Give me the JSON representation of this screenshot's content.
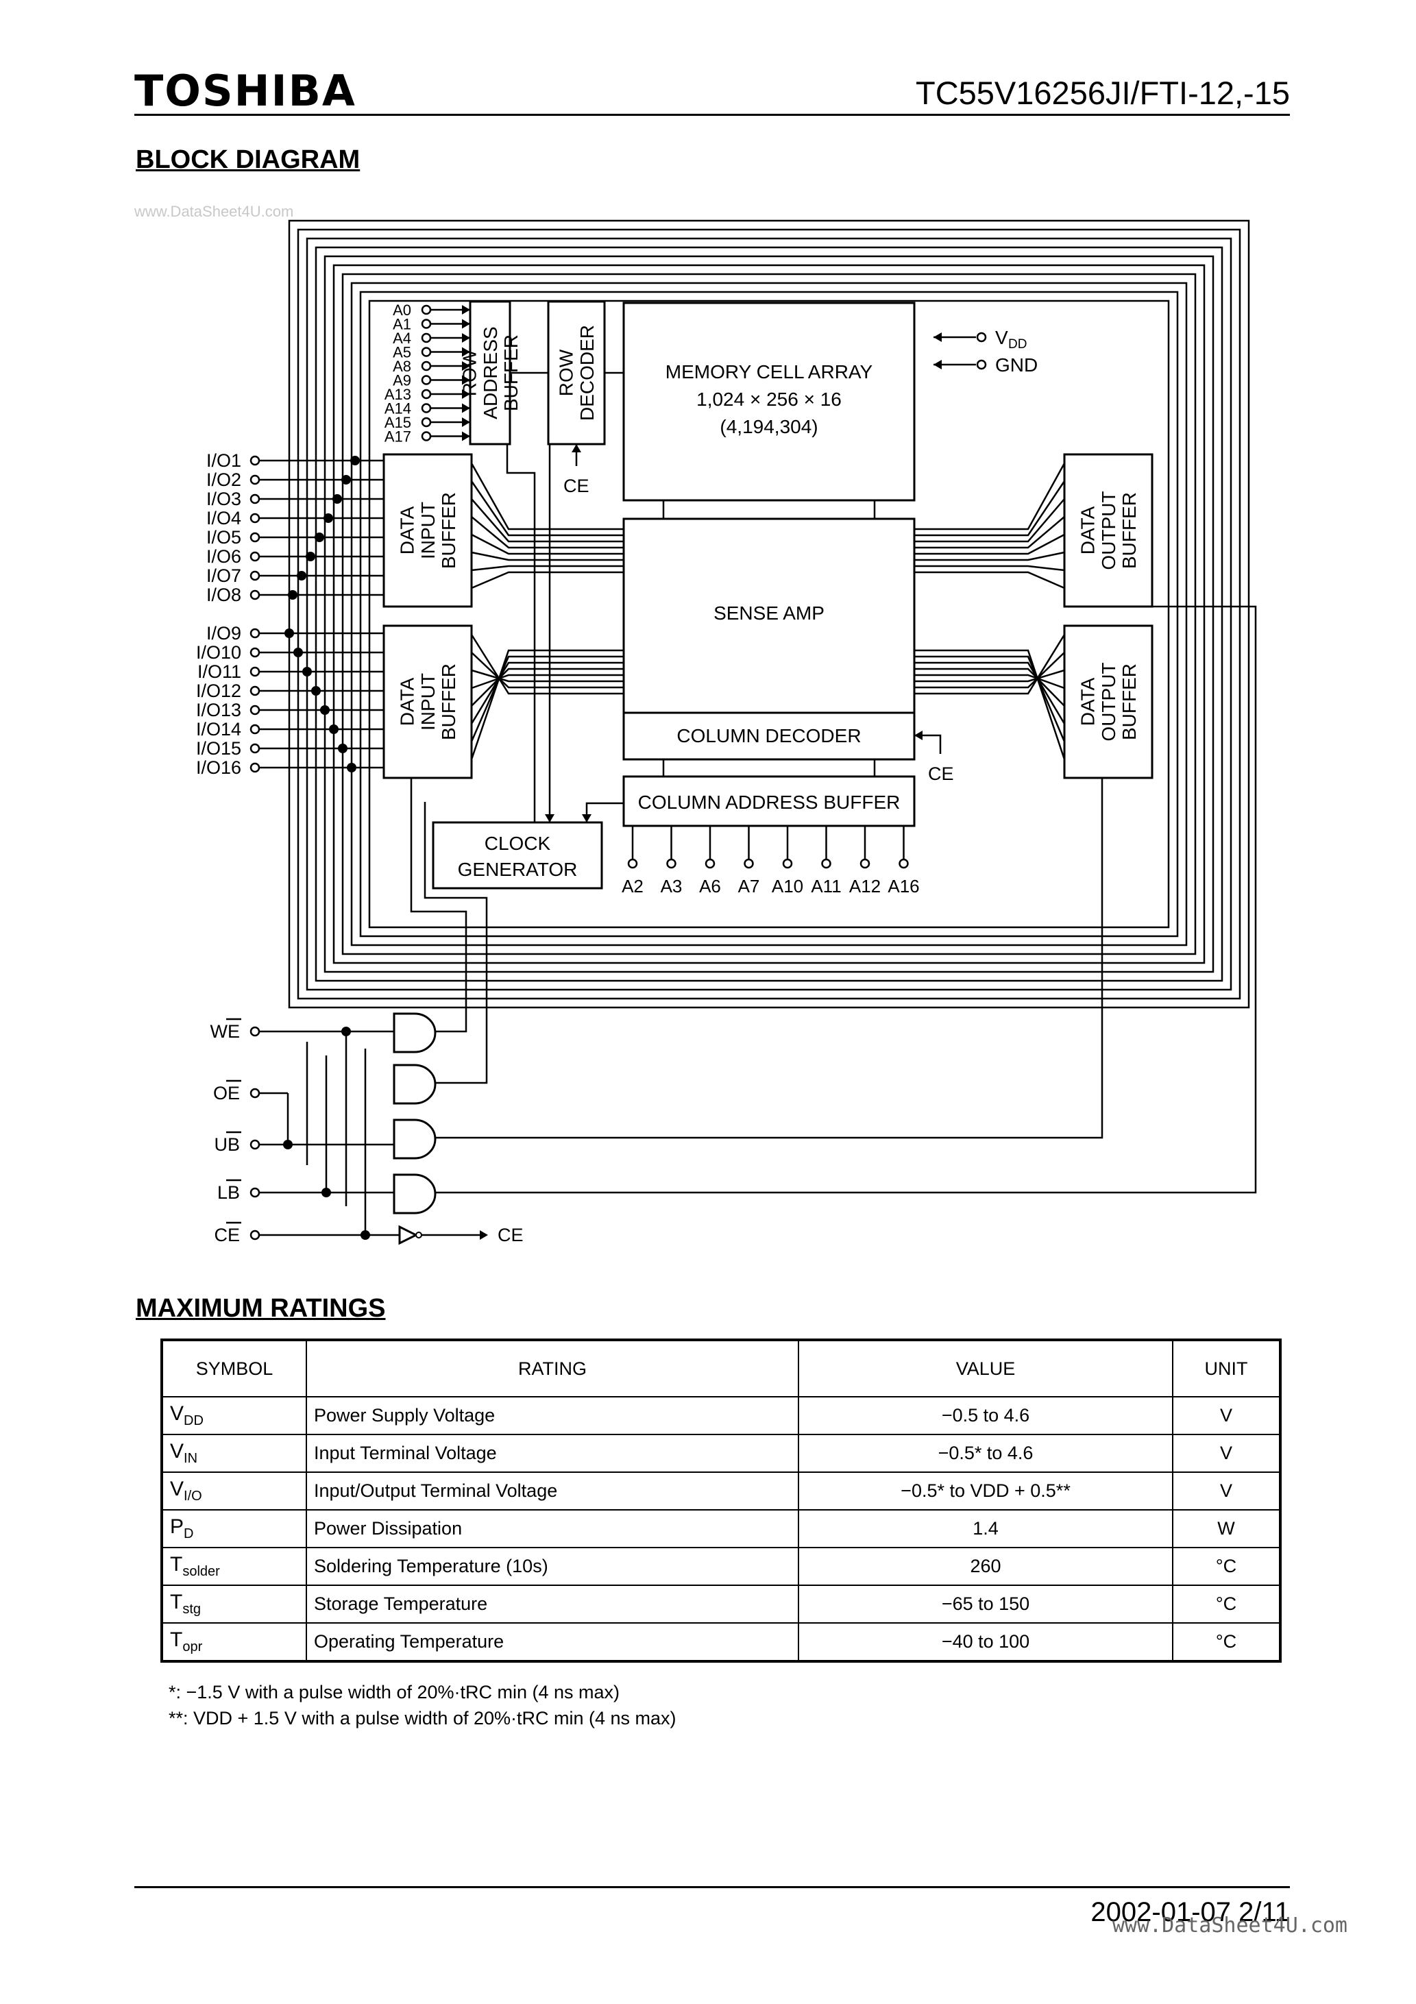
{
  "header": {
    "brand": "TOSHIBA",
    "part_number": "TC55V16256JI/FTI-12,-15"
  },
  "watermark_top": "www.DataSheet4U.com",
  "block_diagram": {
    "title": "BLOCK DIAGRAM",
    "row_address_pins": [
      "A0",
      "A1",
      "A4",
      "A5",
      "A8",
      "A9",
      "A13",
      "A14",
      "A15",
      "A17"
    ],
    "row_address_buffer": [
      "ROW",
      "ADDRESS",
      "BUFFER"
    ],
    "row_decoder": [
      "ROW",
      "DECODER"
    ],
    "memory_cell_array": [
      "MEMORY CELL ARRAY",
      "1,024 × 256 × 16",
      "(4,194,304)"
    ],
    "vdd": "V",
    "vdd_sub": "DD",
    "gnd": "GND",
    "ce_label": "CE",
    "io_pins_upper": [
      "I/O1",
      "I/O2",
      "I/O3",
      "I/O4",
      "I/O5",
      "I/O6",
      "I/O7",
      "I/O8"
    ],
    "io_pins_lower": [
      "I/O9",
      "I/O10",
      "I/O11",
      "I/O12",
      "I/O13",
      "I/O14",
      "I/O15",
      "I/O16"
    ],
    "data_input_buffer": [
      "DATA",
      "INPUT",
      "BUFFER"
    ],
    "data_output_buffer": [
      "DATA",
      "OUTPUT",
      "BUFFER"
    ],
    "sense_amp": "SENSE AMP",
    "column_decoder": "COLUMN DECODER",
    "column_address_buffer": "COLUMN ADDRESS BUFFER",
    "clock_generator": [
      "CLOCK",
      "GENERATOR"
    ],
    "column_address_pins": [
      "A2",
      "A3",
      "A6",
      "A7",
      "A10",
      "A11",
      "A12",
      "A16"
    ],
    "control_pins": [
      "WE",
      "OE",
      "UB",
      "LB",
      "CE"
    ]
  },
  "maximum_ratings": {
    "title": "MAXIMUM RATINGS",
    "headers": [
      "SYMBOL",
      "RATING",
      "VALUE",
      "UNIT"
    ],
    "rows": [
      {
        "sym": "V",
        "sub": "DD",
        "rating": "Power Supply Voltage",
        "value": "−0.5 to 4.6",
        "unit": "V"
      },
      {
        "sym": "V",
        "sub": "IN",
        "rating": "Input Terminal Voltage",
        "value": "−0.5* to 4.6",
        "unit": "V"
      },
      {
        "sym": "V",
        "sub": "I/O",
        "rating": "Input/Output Terminal Voltage",
        "value": "−0.5* to VDD + 0.5**",
        "unit": "V"
      },
      {
        "sym": "P",
        "sub": "D",
        "rating": "Power Dissipation",
        "value": "1.4",
        "unit": "W"
      },
      {
        "sym": "T",
        "sub": "solder",
        "rating": "Soldering Temperature (10s)",
        "value": "260",
        "unit": "°C"
      },
      {
        "sym": "T",
        "sub": "stg",
        "rating": "Storage Temperature",
        "value": "−65 to 150",
        "unit": "°C"
      },
      {
        "sym": "T",
        "sub": "opr",
        "rating": "Operating Temperature",
        "value": "−40 to 100",
        "unit": "°C"
      }
    ],
    "notes": [
      "*: −1.5 V with a pulse width of 20%·tRC min (4 ns max)",
      "**: VDD + 1.5 V with a pulse width of 20%·tRC min (4 ns max)"
    ]
  },
  "footer": {
    "date_page": "2002-01-07   2/11",
    "watermark": "www.DataSheet4U.com"
  }
}
